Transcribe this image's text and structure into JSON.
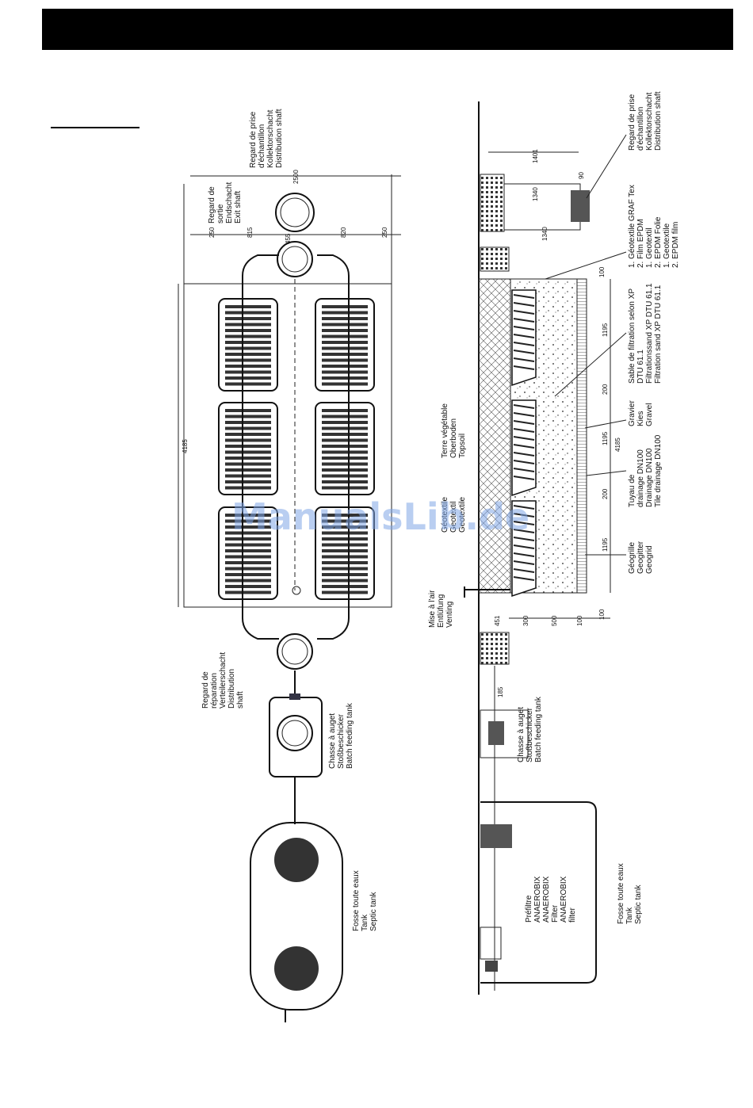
{
  "plan": {
    "labels": {
      "exit": [
        "Regard de",
        "sortie",
        "Endschacht",
        "Exit shaft"
      ],
      "sample": [
        "Regard de prise",
        "d'échantillon",
        "Kollektorschacht",
        "Distribution shaft"
      ],
      "repair": [
        "Regard de",
        "réparation",
        "Verteilerschacht",
        "Distribution",
        "shaft"
      ],
      "batch": [
        "Chasse à auget",
        "Stoßbeschicker",
        "Batch feeding tank"
      ],
      "tank": [
        "Fosse toute eaux",
        "Tank",
        "Septic tank"
      ]
    },
    "dims": {
      "overall": "4185",
      "a": "250",
      "b": "815",
      "c": "455",
      "d": "820",
      "e": "250",
      "top": "2500"
    }
  },
  "section": {
    "labels": {
      "sample": [
        "Regard de prise",
        "d'échantillon",
        "Kollektorschacht",
        "Distribution shaft"
      ],
      "geotextile": [
        "1. Géotextile GRAF Tex",
        "2. Film EPDM",
        "1. Geotextil",
        "2. EPDM Folie",
        "1. Geotextile",
        "2. EPDM film"
      ],
      "sand": [
        "Sable de filtration selon XP",
        "DTU 61.1",
        "Filtrationssand XP DTU 61.1",
        "Filtration sand XP DTU 61.1"
      ],
      "gravel": [
        "Gravier",
        "Kies",
        "Gravel"
      ],
      "pipe": [
        "Tuyau de",
        "drainage DN100",
        "Drainage DN100",
        "Tile drainage DN100"
      ],
      "geogrid": [
        "Géogrille",
        "Geogitter",
        "Geogrid"
      ],
      "topsoil": [
        "Terre végétable",
        "Oberboden",
        "Topsoil"
      ],
      "geotext2": [
        "Géotextile",
        "Geotextil",
        "Geotextile"
      ],
      "venting": [
        "Mise à l'air",
        "Entlüfung",
        "Venting"
      ],
      "batch": [
        "Chasse à auget",
        "Stoßbeschicker",
        "Batch feeding tank"
      ],
      "prefilter": [
        "Préfiltre",
        "ANAEROBIX",
        "ANAEROBIX",
        "Filter",
        "ANAEROBIX",
        "filter"
      ],
      "tank": [
        "Fosse toute eaux",
        "Tank",
        "Septic tank"
      ]
    },
    "dims": {
      "h1401": "1401",
      "h1340": "1340",
      "h1340b": "1340",
      "h90": "90",
      "h100": "100",
      "l1195a": "1195",
      "l200a": "200",
      "l1195b": "1195",
      "l4185": "4185",
      "l200b": "200",
      "l1195c": "1195",
      "v100": "100",
      "v451": "451",
      "v300": "300",
      "v500": "500",
      "v100b": "100",
      "v185": "185"
    }
  },
  "watermark": "ManualsLib.de"
}
